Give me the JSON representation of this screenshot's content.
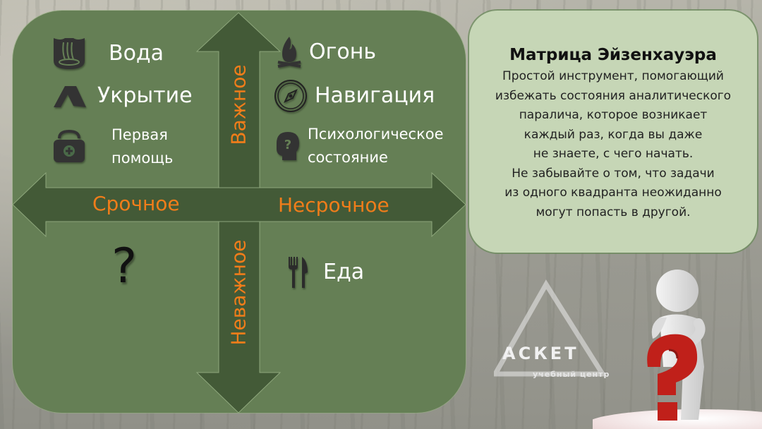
{
  "matrix": {
    "axes": {
      "top": "Важное",
      "bottom": "Неважное",
      "left": "Срочное",
      "right": "Несрочное"
    },
    "quadrants": {
      "important_urgent": [
        {
          "label": "Вода",
          "icon": "water-icon"
        },
        {
          "label": "Укрытие",
          "icon": "tent-icon"
        },
        {
          "label_lines": [
            "Первая",
            "помощь"
          ],
          "icon": "first-aid-kit-icon"
        }
      ],
      "important_not_urgent": [
        {
          "label": "Огонь",
          "icon": "campfire-icon"
        },
        {
          "label": "Навигация",
          "icon": "compass-icon"
        },
        {
          "label_lines": [
            "Психологическое",
            "состояние"
          ],
          "icon": "head-question-icon"
        }
      ],
      "unimportant_urgent": {
        "symbol": "?"
      },
      "unimportant_not_urgent": [
        {
          "label": "Еда",
          "icon": "fork-knife-icon"
        }
      ]
    },
    "colors": {
      "box": "#657f55",
      "arrow": "#435a37",
      "axis_text": "#f07d1a",
      "item_text": "#ffffff"
    }
  },
  "info": {
    "title": "Матрица Эйзенхауэра",
    "lines": [
      "Простой инструмент, помогающий",
      "избежать состояния аналитического",
      "паралича, которое возникает",
      "каждый раз, когда вы даже",
      "не знаете, с чего начать.",
      "Не забывайте о том, что задачи",
      "из одного квадранта неожиданно",
      "могут попасть в другой."
    ]
  },
  "logo": {
    "name": "АСКЕТ",
    "subtitle": "учебный центр"
  }
}
